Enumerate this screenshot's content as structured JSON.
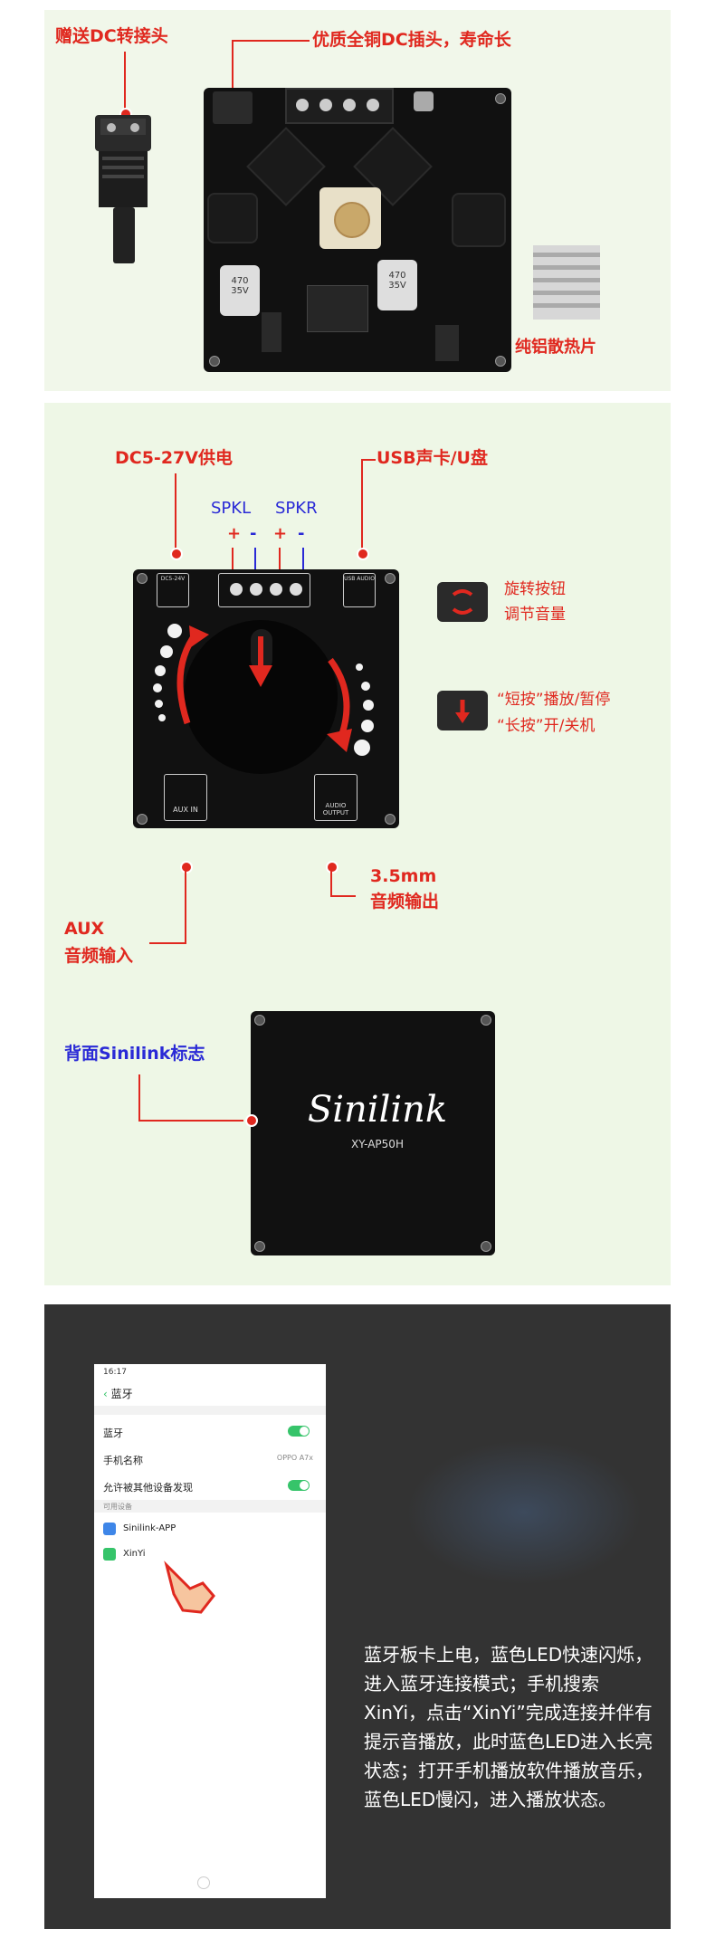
{
  "panel1": {
    "dc_adapter_label": "赠送DC转接头",
    "dc_jack_label": "优质全铜DC插头，寿命长",
    "heatsink_label": "纯铝散热片",
    "cap_text_left": "470 35V",
    "cap_text_right": "470 35V"
  },
  "panel2": {
    "power_label": "DC5-27V供电",
    "usb_label": "USB声卡/U盘",
    "spkl_label": "SPKL",
    "spkr_label": "SPKR",
    "plus": "+",
    "minus": "-",
    "knob_rotate_line1": "旋转按钮",
    "knob_rotate_line2": "调节音量",
    "knob_press_line1": "“短按”播放/暂停",
    "knob_press_line2": "“长按”开/关机",
    "aux_in_label": "AUX IN",
    "audio_output_label": "AUDIO OUTPUT",
    "dc_port_label": "DC5-24V",
    "usb_port_label": "USB AUDIO",
    "jack35_line1": "3.5mm",
    "jack35_line2": "音频输出",
    "aux_line1": "AUX",
    "aux_line2": "音频输入",
    "back_label": "背面Sinilink标志",
    "brand": "Sinilink",
    "model": "XY-AP50H"
  },
  "panel3": {
    "status_time": "16:17",
    "back_title": "蓝牙",
    "row_bluetooth": "蓝牙",
    "row_phone_name": "手机名称",
    "row_phone_name_value": "OPPO A7x",
    "row_discoverable": "允许被其他设备发现",
    "section_available": "可用设备",
    "device1": "Sinilink-APP",
    "device2": "XinYi",
    "description": "蓝牙板卡上电，蓝色LED快速闪烁，进入蓝牙连接模式；手机搜索XinYi，点击“XinYi”完成连接并伴有提示音播放，此时蓝色LED进入长亮状态；打开手机播放软件播放音乐，蓝色LED慢闪，进入播放状态。"
  }
}
